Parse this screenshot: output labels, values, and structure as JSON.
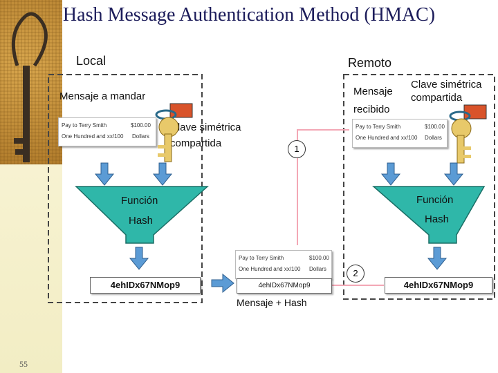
{
  "title": "Hash Message Authentication Method (HMAC)",
  "local_label": "Local",
  "remote_label": "Remoto",
  "message_to_send": "Mensaje a mandar",
  "received_message": [
    "Mensaje",
    "recibido"
  ],
  "key_label_local": [
    "Clave simétrica",
    "compartida"
  ],
  "key_label_remote": [
    "Clave simétrica",
    "compartida"
  ],
  "check": {
    "payee": "Pay to Terry Smith",
    "amount": "$100.00",
    "words": "One Hundred and xx/100",
    "dollars": "Dollars"
  },
  "hash_function_left": [
    "Función",
    "Hash"
  ],
  "hash_function_right": [
    "Función",
    "Hash"
  ],
  "hash_value_left": "4ehIDx67NMop9",
  "hash_value_middle": "4ehIDx67NMop9",
  "hash_value_right": "4ehIDx67NMop9",
  "message_plus_hash": "Mensaje + Hash",
  "step_1": "1",
  "step_2": "2",
  "slide_number": "55",
  "colors": {
    "funnel": "#2fb7a9",
    "arrow": "#5b9bd5",
    "pink_line": "#f3a7b5",
    "key": "#e8c96a",
    "title": "#1c1c5a"
  }
}
